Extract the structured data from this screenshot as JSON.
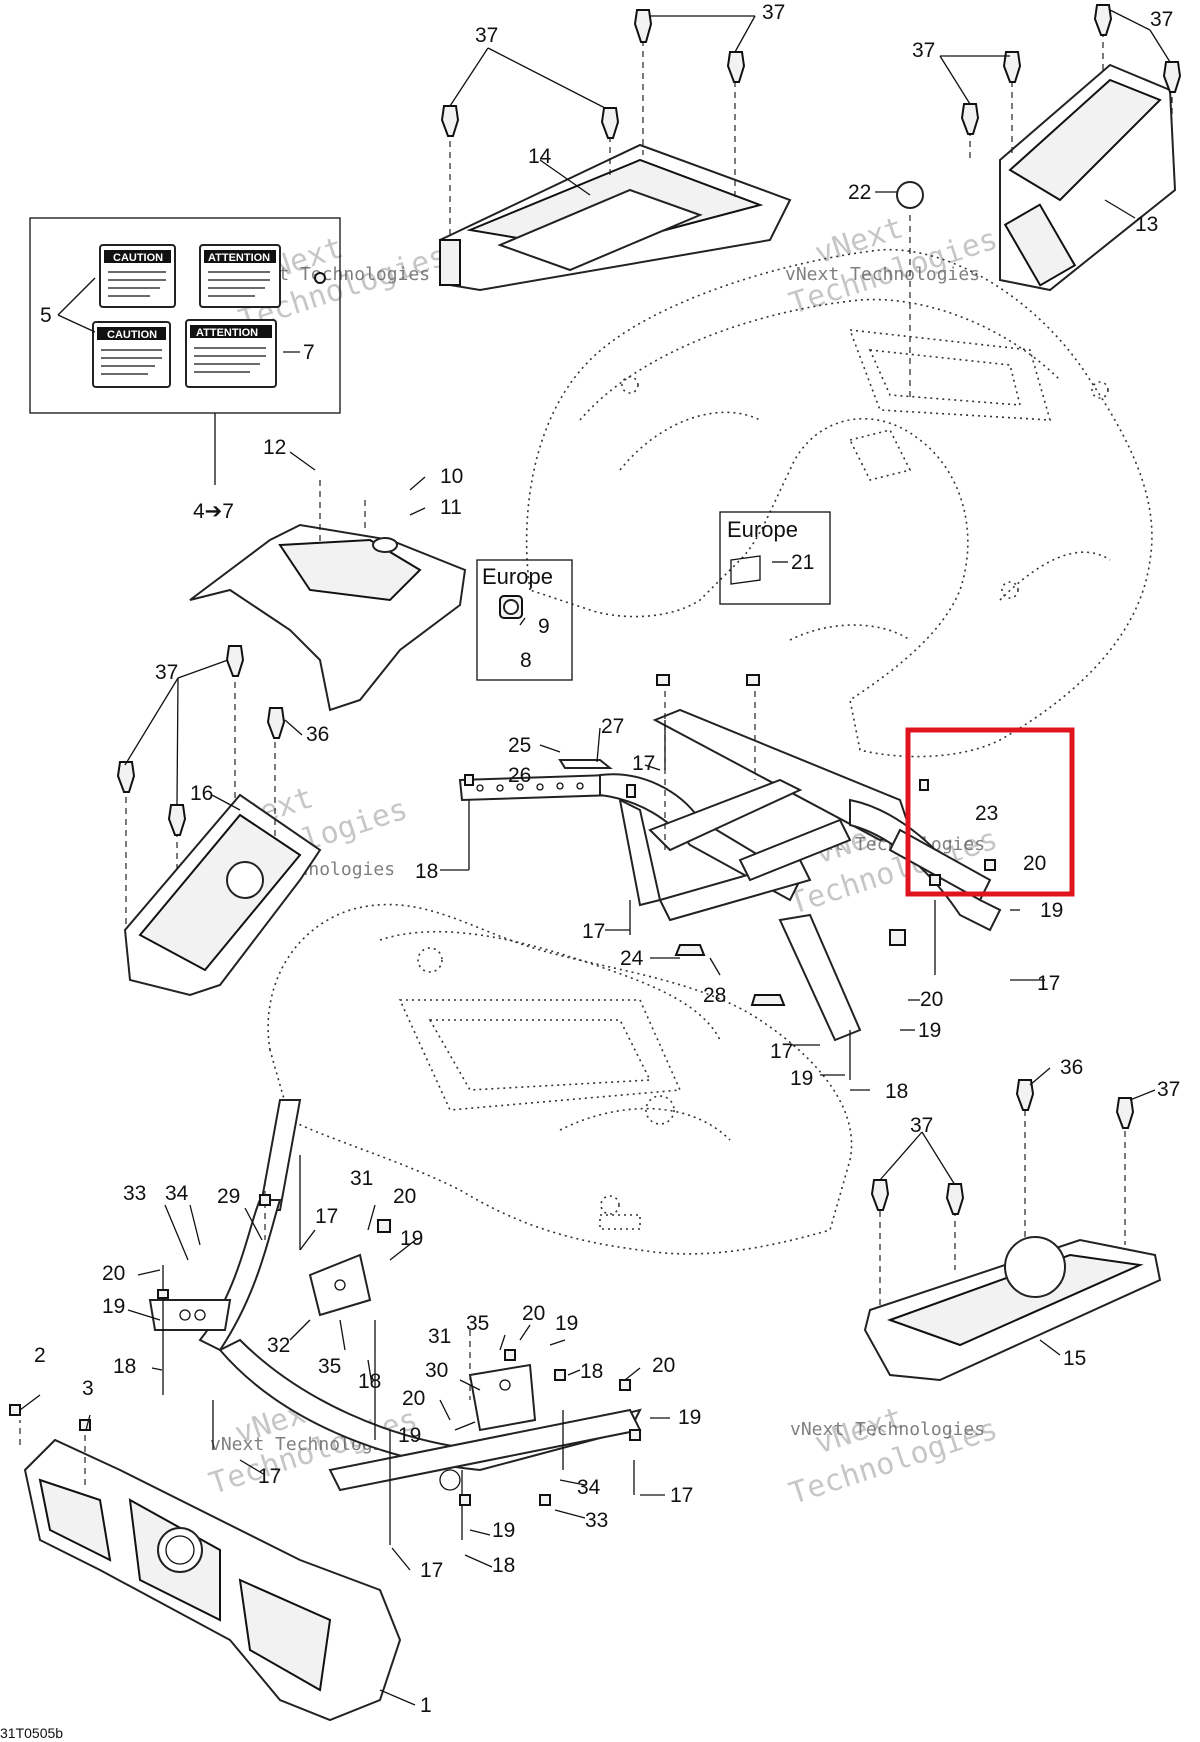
{
  "diagram": {
    "drawing_code": "31T0505b",
    "highlight_color": "#e0141e",
    "region_labels": {
      "europe_decal": "Europe",
      "europe_switch": "Europe"
    },
    "decals": {
      "caution_1": "CAUTION",
      "attention_1": "ATTENTION",
      "caution_2": "CAUTION",
      "attention_2": "ATTENTION"
    },
    "callouts": {
      "c37_top1": "37",
      "c37_top2": "37",
      "c37_tr1": "37",
      "c37_tr2": "37",
      "c37_left": "37",
      "c37_br1": "37",
      "c37_br2": "37",
      "c36_left": "36",
      "c36_br": "36",
      "c14": "14",
      "c13": "13",
      "c22": "22",
      "c21": "21",
      "c5": "5",
      "c7": "7",
      "c4to7": "4➔7",
      "c12": "12",
      "c10": "10",
      "c11": "11",
      "c9": "9",
      "c8": "8",
      "c16": "16",
      "c15": "15",
      "c25": "25",
      "c26": "26",
      "c27": "27",
      "c17_a": "17",
      "c17_b": "17",
      "c17_c": "17",
      "c17_d": "17",
      "c17_e": "17",
      "c17_f": "17",
      "c17_g": "17",
      "c17_h": "17",
      "c18_a": "18",
      "c18_b": "18",
      "c18_c": "18",
      "c18_d": "18",
      "c18_e": "18",
      "c18_f": "18",
      "c19_a": "19",
      "c19_b": "19",
      "c19_c": "19",
      "c19_d": "19",
      "c19_e": "19",
      "c19_f": "19",
      "c19_g": "19",
      "c19_h": "19",
      "c19_i": "19",
      "c20_a": "20",
      "c20_b": "20",
      "c20_c": "20",
      "c20_d": "20",
      "c20_e": "20",
      "c20_f": "20",
      "c20_g": "20",
      "c23": "23",
      "c24": "24",
      "c28": "28",
      "c29": "29",
      "c30": "30",
      "c31_a": "31",
      "c31_b": "31",
      "c32": "32",
      "c33_a": "33",
      "c33_b": "33",
      "c34_a": "34",
      "c34_b": "34",
      "c35_a": "35",
      "c35_b": "35",
      "c1": "1",
      "c2": "2",
      "c3": "3"
    },
    "watermark": {
      "line1": "vNext",
      "line2": "Technologies",
      "full": "vNext Technologies"
    }
  }
}
